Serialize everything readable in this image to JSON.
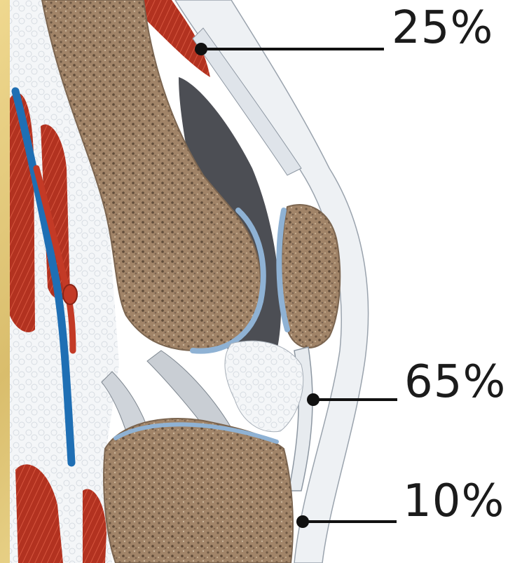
{
  "annotations": [
    {
      "id": "top",
      "label": "25%"
    },
    {
      "id": "middle",
      "label": "65%"
    },
    {
      "id": "bottom",
      "label": "10%"
    }
  ],
  "colors": {
    "frame": "#e6cf86",
    "bone": "#9d8064",
    "cartilage": "#8fb2d4",
    "muscle": "#b2311f",
    "vein": "#1f6fb4",
    "fat": "#f3f5f7",
    "synovial_dark": "#4b4d52",
    "leader_line": "#111111"
  },
  "icons": [
    "knee-sagittal-illustration",
    "leader-dot"
  ]
}
